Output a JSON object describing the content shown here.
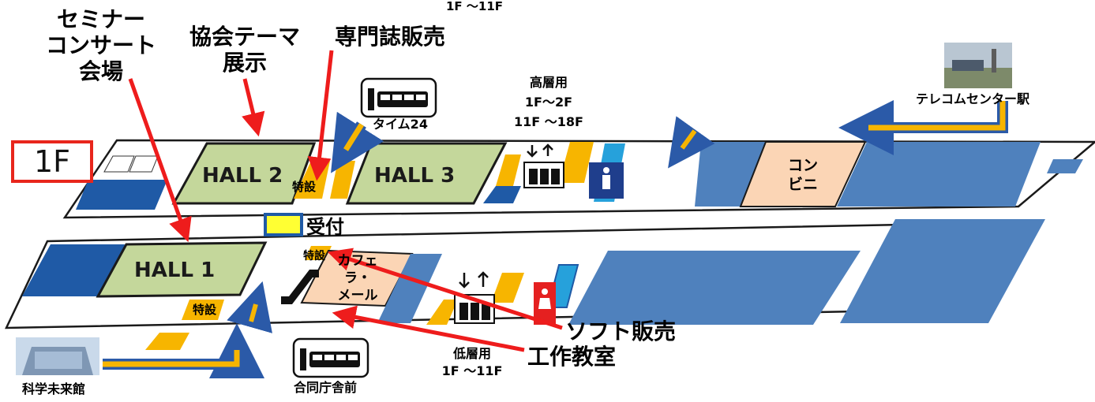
{
  "floor": "1F",
  "top_caption": "1F ～11F",
  "callouts": {
    "seminar": [
      "セミナー",
      "コンサート",
      "会場"
    ],
    "theme_exhibit": [
      "協会テーマ",
      "展示"
    ],
    "magazine_sales": "専門誌販売",
    "software_sales": "ソフト販売",
    "workshop": "工作教室"
  },
  "halls": {
    "hall1": "HALL 1",
    "hall2": "HALL 2",
    "hall3": "HALL 3"
  },
  "booths": {
    "special_upper": "特設",
    "special_mid": "特設",
    "special_lower": "特設",
    "reception": "受付",
    "cafe": [
      "カフェ",
      "ラ・",
      "メール"
    ],
    "convenience": [
      "コン",
      "ビニ"
    ]
  },
  "elevators": {
    "high": [
      "高層用",
      "1F～2F",
      "11F ～18F"
    ],
    "low": [
      "低層用",
      "1F ～11F"
    ]
  },
  "stations": {
    "telecom": "テレコムセンター駅",
    "museum": "科学未来館",
    "time24": "タイム24",
    "govt": "合同庁舎前"
  },
  "colors": {
    "hall": "#c4d79b",
    "blue": "#4f81bd",
    "dark_blue": "#1f5aa6",
    "orange": "#f7b500",
    "peach": "#fbd5b5",
    "red": "#ee1c1c",
    "frame": "#1a1a1a"
  }
}
